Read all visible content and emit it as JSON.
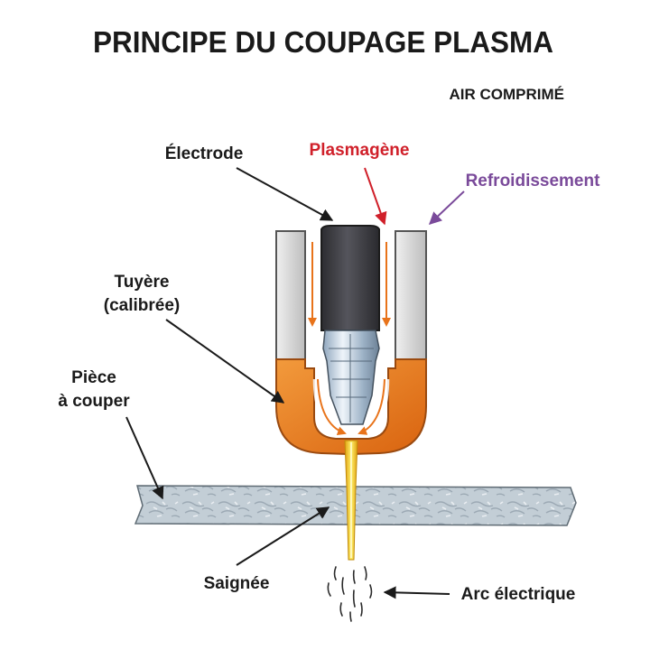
{
  "title": "PRINCIPE DU COUPAGE PLASMA",
  "subtitle": "AIR COMPRIMÉ",
  "labels": {
    "electrode": "Électrode",
    "plasmagene": "Plasmagène",
    "refroidissement": "Refroidissement",
    "tuyere_line1": "Tuyère",
    "tuyere_line2": "(calibrée)",
    "piece_line1": "Pièce",
    "piece_line2": "à couper",
    "saignee": "Saignée",
    "arc": "Arc électrique"
  },
  "colors": {
    "text": "#1a1a1a",
    "plasmagene": "#d0202a",
    "refroidissement": "#7a4a9a",
    "nozzle": "#e8731a",
    "shield": "#dcdcdc",
    "electrode": "#3a3a3e",
    "workpiece": "#b8c4cc",
    "arc": "#f2c21a"
  }
}
